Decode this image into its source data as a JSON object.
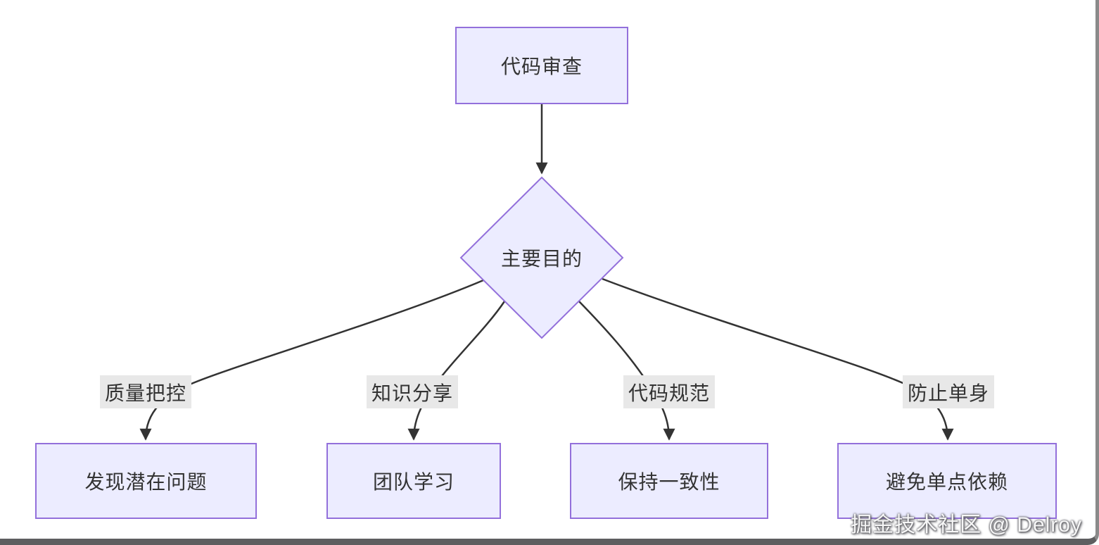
{
  "diagram": {
    "root": {
      "label": "代码审查"
    },
    "decision": {
      "label": "主要目的"
    },
    "branches": [
      {
        "edge_label": "质量把控",
        "node_label": "发现潜在问题"
      },
      {
        "edge_label": "知识分享",
        "node_label": "团队学习"
      },
      {
        "edge_label": "代码规范",
        "node_label": "保持一致性"
      },
      {
        "edge_label": "防止单身",
        "node_label": "避免单点依赖"
      }
    ]
  },
  "watermark": "掘金技术社区 @ Delroy",
  "colors": {
    "node_fill": "#ECECFF",
    "node_border": "#9370DB",
    "node_text": "#333333",
    "edge_line": "#333333",
    "edge_label_bg": "#e8e8e8",
    "window_edge": "#5e5e60"
  }
}
